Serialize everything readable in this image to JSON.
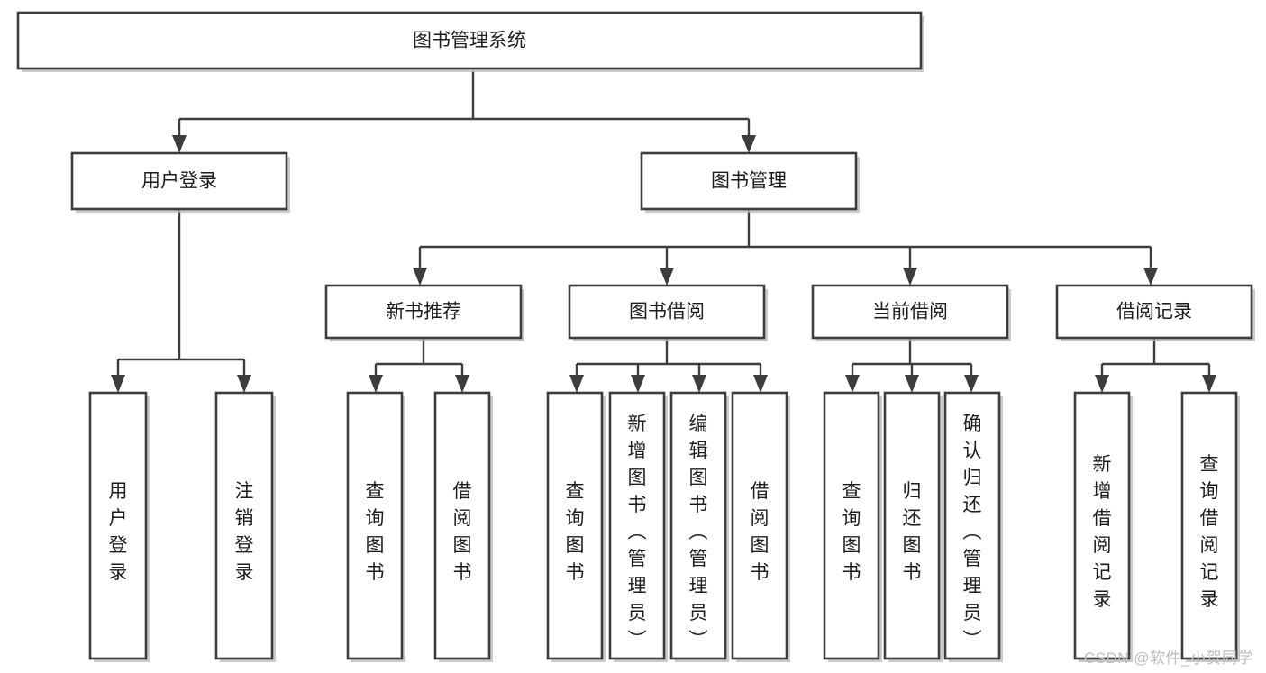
{
  "diagram": {
    "type": "tree-hierarchy",
    "title": "图书管理系统",
    "watermark": "CSDN @软件_小贺同学",
    "colors": {
      "stroke": "#3d3d3d",
      "fill": "#ffffff",
      "text": "#1d1d1d",
      "watermark": "#bdbdbd"
    },
    "levels": [
      {
        "level": 1,
        "nodes": [
          {
            "id": "root",
            "label": "图书管理系统",
            "orientation": "horizontal"
          }
        ]
      },
      {
        "level": 2,
        "nodes": [
          {
            "id": "user-login",
            "label": "用户登录",
            "orientation": "horizontal",
            "parent": "root"
          },
          {
            "id": "book-manage",
            "label": "图书管理",
            "orientation": "horizontal",
            "parent": "root"
          }
        ]
      },
      {
        "level": 3,
        "nodes": [
          {
            "id": "new-book-rec",
            "label": "新书推荐",
            "orientation": "horizontal",
            "parent": "book-manage"
          },
          {
            "id": "book-borrow",
            "label": "图书借阅",
            "orientation": "horizontal",
            "parent": "book-manage"
          },
          {
            "id": "current-borrow",
            "label": "当前借阅",
            "orientation": "horizontal",
            "parent": "book-manage"
          },
          {
            "id": "borrow-record",
            "label": "借阅记录",
            "orientation": "horizontal",
            "parent": "book-manage"
          }
        ]
      },
      {
        "level": 4,
        "nodes": [
          {
            "id": "leaf-user-login",
            "label": "用户登录",
            "orientation": "vertical",
            "parent": "user-login"
          },
          {
            "id": "leaf-logout",
            "label": "注销登录",
            "orientation": "vertical",
            "parent": "user-login"
          },
          {
            "id": "leaf-query-book-1",
            "label": "查询图书",
            "orientation": "vertical",
            "parent": "new-book-rec"
          },
          {
            "id": "leaf-borrow-book-1",
            "label": "借阅图书",
            "orientation": "vertical",
            "parent": "new-book-rec"
          },
          {
            "id": "leaf-query-book-2",
            "label": "查询图书",
            "orientation": "vertical",
            "parent": "book-borrow"
          },
          {
            "id": "leaf-add-book",
            "label": "新增图书（管理员）",
            "orientation": "vertical",
            "parent": "book-borrow"
          },
          {
            "id": "leaf-edit-book",
            "label": "编辑图书（管理员）",
            "orientation": "vertical",
            "parent": "book-borrow"
          },
          {
            "id": "leaf-borrow-book-2",
            "label": "借阅图书",
            "orientation": "vertical",
            "parent": "book-borrow"
          },
          {
            "id": "leaf-query-book-3",
            "label": "查询图书",
            "orientation": "vertical",
            "parent": "current-borrow"
          },
          {
            "id": "leaf-return-book",
            "label": "归还图书",
            "orientation": "vertical",
            "parent": "current-borrow"
          },
          {
            "id": "leaf-confirm-return",
            "label": "确认归还（管理员）",
            "orientation": "vertical",
            "parent": "current-borrow"
          },
          {
            "id": "leaf-add-record",
            "label": "新增借阅记录",
            "orientation": "vertical",
            "parent": "borrow-record"
          },
          {
            "id": "leaf-query-record",
            "label": "查询借阅记录",
            "orientation": "vertical",
            "parent": "borrow-record"
          }
        ]
      }
    ]
  }
}
